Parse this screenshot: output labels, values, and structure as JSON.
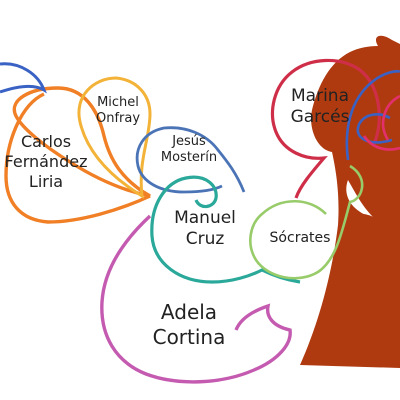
{
  "diagram": {
    "philosophers": [
      {
        "id": "carlos",
        "lines": [
          "Carlos",
          "Fernández",
          "Liria"
        ],
        "color": "#f07f25"
      },
      {
        "id": "michel",
        "lines": [
          "Michel",
          "Onfray"
        ],
        "color": "#f3b338"
      },
      {
        "id": "jesus",
        "lines": [
          "Jesús",
          "Mosterín"
        ],
        "color": "#4b74b6"
      },
      {
        "id": "manuel",
        "lines": [
          "Manuel",
          "Cruz"
        ],
        "color": "#2aa99a"
      },
      {
        "id": "socrates",
        "lines": [
          "Sócrates"
        ],
        "color": "#98cb6a"
      },
      {
        "id": "marina",
        "lines": [
          "Marina",
          "Garcés"
        ],
        "color": "#cf2e48"
      },
      {
        "id": "adela",
        "lines": [
          "Adela",
          "Cortina"
        ],
        "color": "#c45bb0"
      }
    ],
    "tree_color": "#b03a10",
    "accent_colors": [
      "#3a62c4",
      "#e2306c"
    ]
  }
}
